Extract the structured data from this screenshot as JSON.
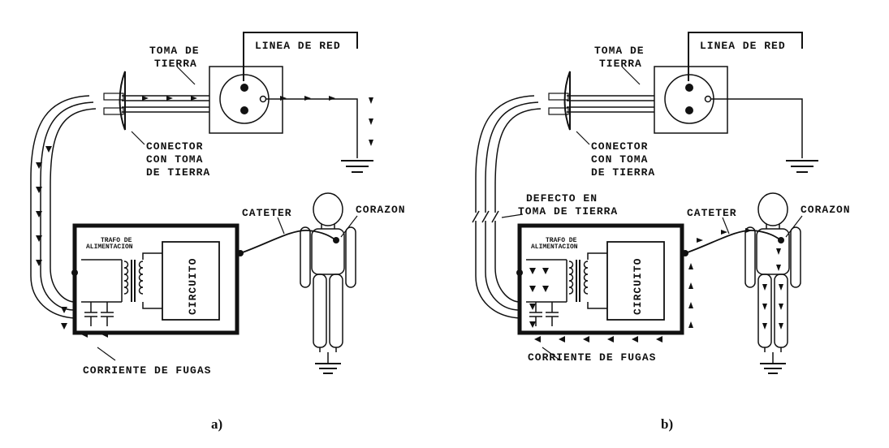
{
  "panels": [
    {
      "caption": "a)",
      "labels": {
        "mains": "LINEA DE RED",
        "ground_tap": [
          "TOMA DE",
          "TIERRA"
        ],
        "connector": [
          "CONECTOR",
          "CON TOMA",
          "DE TIERRA"
        ],
        "transformer": [
          "TRAFO DE",
          "ALIMENTACION"
        ],
        "circuit": "CIRCUITO",
        "catheter": "CATETER",
        "heart": "CORAZON",
        "leakage": "CORRIENTE DE FUGAS"
      }
    },
    {
      "caption": "b)",
      "labels": {
        "mains": "LINEA DE RED",
        "ground_tap": [
          "TOMA DE",
          "TIERRA"
        ],
        "connector": [
          "CONECTOR",
          "CON TOMA",
          "DE TIERRA"
        ],
        "fault": [
          "DEFECTO EN",
          "TOMA DE TIERRA"
        ],
        "transformer": [
          "TRAFO DE",
          "ALIMENTACION"
        ],
        "circuit": "CIRCUITO",
        "catheter": "CATETER",
        "heart": "CORAZON",
        "leakage": "CORRIENTE DE FUGAS"
      }
    }
  ]
}
